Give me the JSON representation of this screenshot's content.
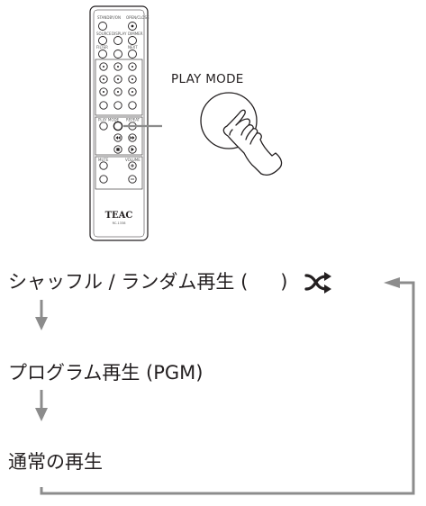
{
  "remote": {
    "brand": "TEAC",
    "model": "RC-1338",
    "button_labels": [
      "STANDBY/ON",
      "OPEN/CLOSE",
      "SOURCE",
      "DISPLAY",
      "DIMMER",
      "FILTER",
      "NEXT",
      "PLAY MODE",
      "REPEAT",
      "MUTE",
      "VOLUME"
    ]
  },
  "button_callout": "PLAY MODE",
  "modes": [
    {
      "label": "シャッフル / ランダム再生 (",
      "suffix": ")",
      "icon": "shuffle-icon"
    },
    {
      "label": "プログラム再生 (PGM)"
    },
    {
      "label": "通常の再生"
    }
  ],
  "colors": {
    "line": "#8c8c8c",
    "text": "#231f20"
  }
}
